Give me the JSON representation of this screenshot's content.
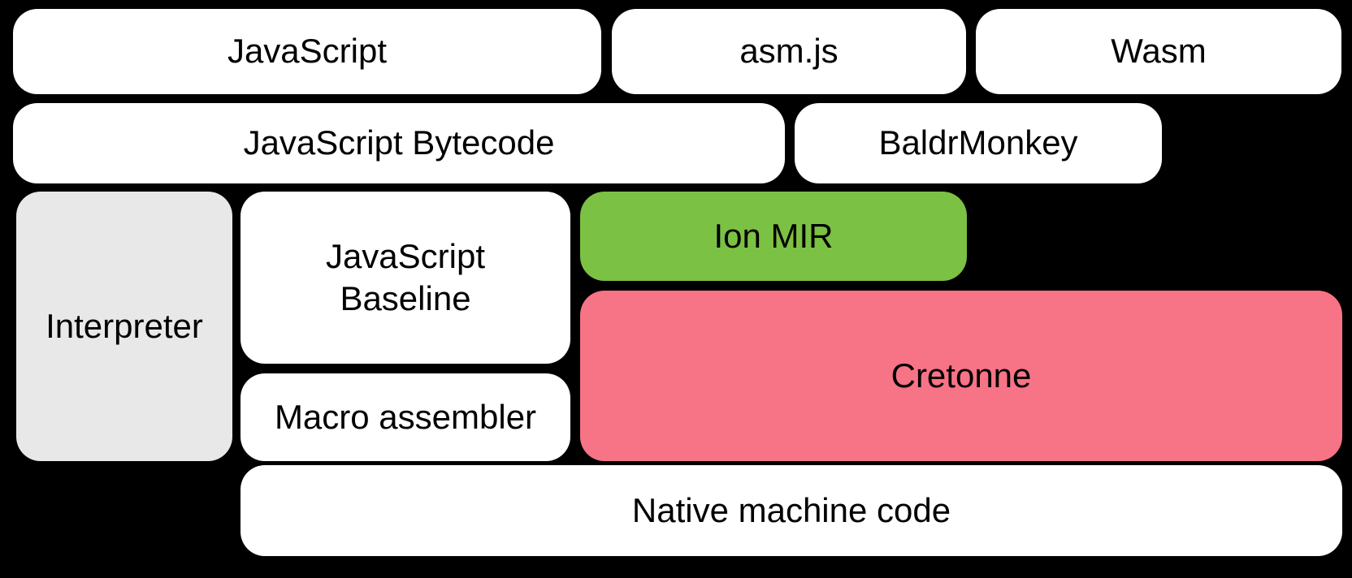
{
  "diagram": {
    "title": "Compiler pipeline diagram",
    "background_color": "#000000",
    "text_color": "#000000",
    "nodes": {
      "javascript": {
        "label": "JavaScript",
        "color": "#ffffff"
      },
      "asmjs": {
        "label": "asm.js",
        "color": "#ffffff"
      },
      "wasm": {
        "label": "Wasm",
        "color": "#ffffff"
      },
      "bytecode": {
        "label": "JavaScript Bytecode",
        "color": "#ffffff"
      },
      "baldrmonkey": {
        "label": "BaldrMonkey",
        "color": "#ffffff"
      },
      "interpreter": {
        "label": "Interpreter",
        "color": "#e8e8e8"
      },
      "baseline": {
        "label": "JavaScript\nBaseline",
        "color": "#ffffff"
      },
      "ionmir": {
        "label": "Ion MIR",
        "color": "#7bc143"
      },
      "cretonne": {
        "label": "Cretonne",
        "color": "#f77386"
      },
      "macroassembler": {
        "label": "Macro assembler",
        "color": "#ffffff"
      },
      "nativecode": {
        "label": "Native machine code",
        "color": "#ffffff"
      }
    }
  }
}
